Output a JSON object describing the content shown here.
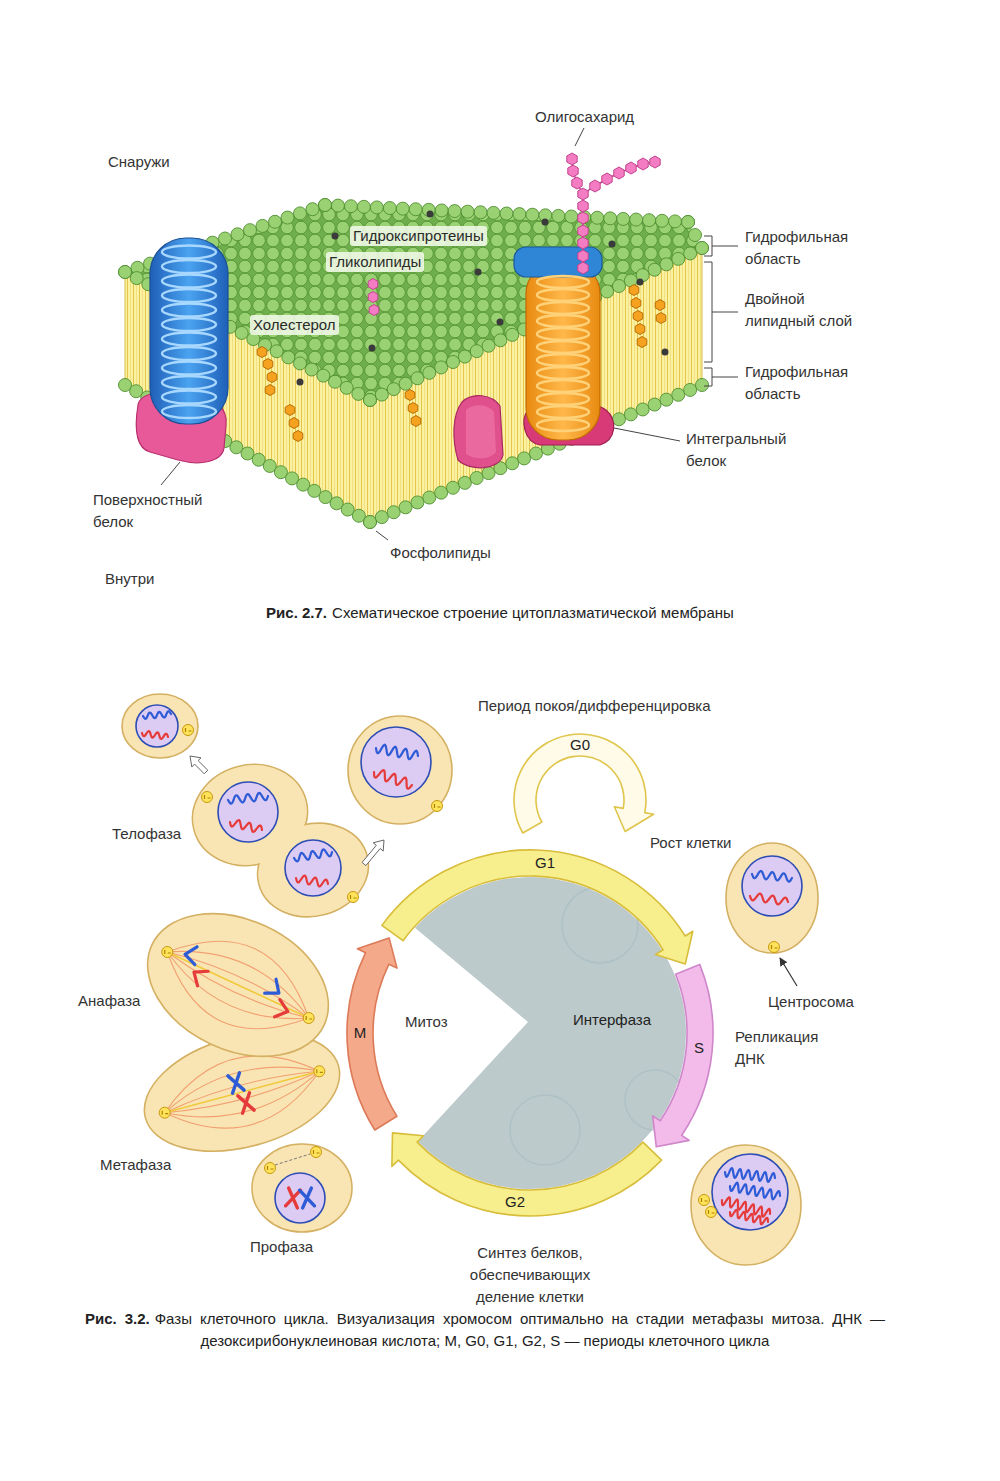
{
  "diagram": {
    "nodes": [
      {
        "text": [
          "G0"
        ]
      },
      {
        "text": [
          "G1"
        ]
      },
      {
        "text": [
          "M"
        ]
      },
      {
        "text": [
          "Интерфаза"
        ]
      },
      {
        "text": [
          "S"
        ]
      },
      {
        "text": [
          "G2"
        ]
      }
    ],
    "labels": [
      "Снаружи",
      "Олигосахарид",
      "Гидроксипротеины",
      "Гликолипиды",
      "Холестерол",
      "Гидрофильная область",
      "Двойной липидный слой",
      "Гидрофильная область",
      "Интегральный белок",
      "Поверхностный белок",
      "Фосфолипиды",
      "Внутри",
      "Рис. 2.7.",
      "Схематическое строение цитоплазматической мембраны",
      "Период покоя/дифференцировка",
      "Телофаза",
      "Рост клетки",
      "Центросома",
      "Анафаза",
      "Митоз",
      "Репликация ДНК",
      "Метафаза",
      "Профаза",
      "Синтез белков, обеспечивающих деление клетки",
      "Рис. 3.2.",
      "Фазы клеточного цикла. Визуализация хромосом оптимально на стадии метафазы митоза. ДНК — дезоксирибонуклеиновая кислота; M, G0, G1, G2, S — периоды клеточного цикла"
    ]
  }
}
